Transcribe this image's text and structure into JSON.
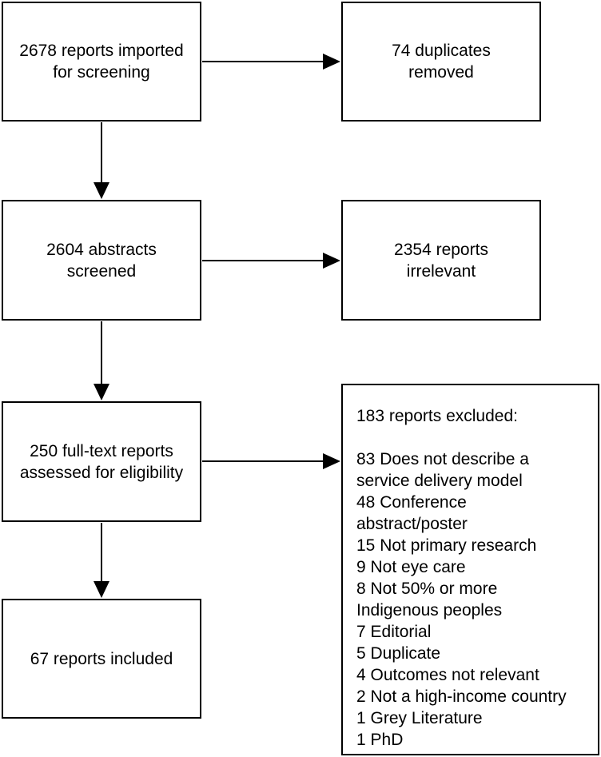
{
  "boxes": {
    "imported": {
      "lines": [
        "2678 reports imported",
        "for screening"
      ]
    },
    "duplicates": {
      "lines": [
        "74 duplicates",
        "removed"
      ]
    },
    "screened": {
      "lines": [
        "2604 abstracts",
        "screened"
      ]
    },
    "irrelevant": {
      "lines": [
        "2354 reports",
        "irrelevant"
      ]
    },
    "fulltext": {
      "lines": [
        "250 full-text reports",
        "assessed for eligibility"
      ]
    },
    "included": {
      "lines": [
        "67 reports included"
      ]
    }
  },
  "excluded": {
    "title": "183 reports excluded:",
    "items": [
      "83 Does not describe a",
      "service delivery model",
      "48 Conference",
      "abstract/poster",
      "15 Not primary research",
      "9 Not eye care",
      "8 Not 50% or more",
      "Indigenous peoples",
      "7 Editorial",
      "5 Duplicate",
      "4 Outcomes not relevant",
      "2 Not a high-income country",
      "1 Grey Literature",
      "1 PhD"
    ]
  },
  "colors": {
    "stroke": "#000000",
    "background": "#ffffff"
  }
}
